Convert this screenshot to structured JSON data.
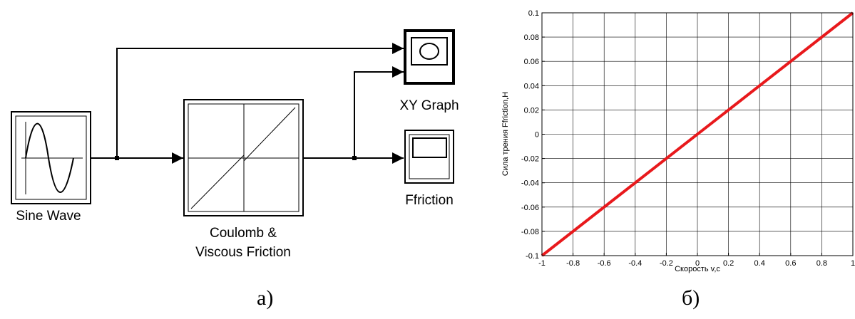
{
  "simulink_diagram": {
    "blocks": {
      "sine_wave": "Sine Wave",
      "friction_line1": "Coulomb &",
      "friction_line2": "Viscous Friction",
      "xy_graph": "XY Graph",
      "scope": "Ffriction"
    }
  },
  "chart_data": {
    "type": "line",
    "xlabel": "Скорость v,c",
    "ylabel": "Сила трения Ffriction,H",
    "xlim": [
      -1,
      1
    ],
    "ylim": [
      -0.1,
      0.1
    ],
    "grid": true,
    "x_ticks": [
      "-1",
      "-0.8",
      "-0.6",
      "-0.4",
      "-0.2",
      "0",
      "0.2",
      "0.4",
      "0.6",
      "0.8",
      "1"
    ],
    "y_ticks": [
      "0.1",
      "0.08",
      "0.06",
      "0.04",
      "0.02",
      "0",
      "-0.02",
      "-0.04",
      "-0.06",
      "-0.08",
      "-0.1"
    ],
    "series": [
      {
        "color": "#e8191c",
        "x": [
          -1,
          1
        ],
        "y": [
          -0.1,
          0.1
        ]
      }
    ]
  },
  "captions": {
    "left": "а)",
    "right": "б)"
  }
}
